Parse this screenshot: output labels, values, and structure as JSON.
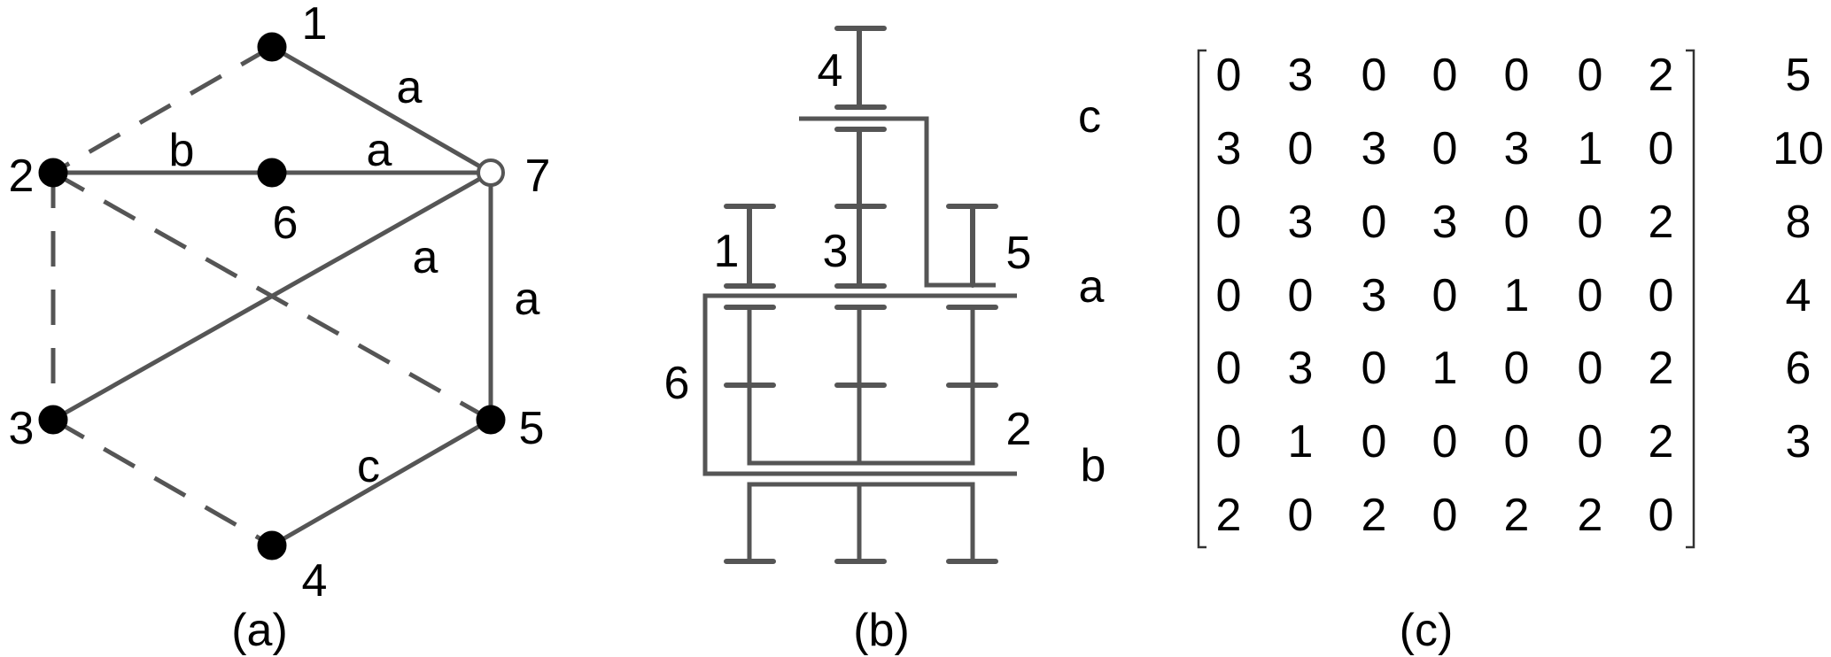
{
  "panel_a": {
    "caption": "(a)",
    "nodes": [
      {
        "id": "1",
        "label": "1",
        "fill": "#000000"
      },
      {
        "id": "2",
        "label": "2",
        "fill": "#000000"
      },
      {
        "id": "3",
        "label": "3",
        "fill": "#000000"
      },
      {
        "id": "4",
        "label": "4",
        "fill": "#000000"
      },
      {
        "id": "5",
        "label": "5",
        "fill": "#000000"
      },
      {
        "id": "6",
        "label": "6",
        "fill": "#000000"
      },
      {
        "id": "7",
        "label": "7",
        "fill": "#ffffff"
      }
    ],
    "edges": [
      {
        "from": "1",
        "to": "7",
        "style": "solid",
        "label": "a"
      },
      {
        "from": "2",
        "to": "6",
        "style": "solid",
        "label": "b"
      },
      {
        "from": "6",
        "to": "7",
        "style": "solid",
        "label": "a"
      },
      {
        "from": "7",
        "to": "3",
        "style": "solid",
        "label": "a"
      },
      {
        "from": "7",
        "to": "5",
        "style": "solid",
        "label": "a"
      },
      {
        "from": "5",
        "to": "4",
        "style": "solid",
        "label": "c"
      },
      {
        "from": "1",
        "to": "2",
        "style": "dashed",
        "label": ""
      },
      {
        "from": "2",
        "to": "3",
        "style": "dashed",
        "label": ""
      },
      {
        "from": "2",
        "to": "5",
        "style": "dashed",
        "label": ""
      },
      {
        "from": "3",
        "to": "4",
        "style": "dashed",
        "label": ""
      }
    ]
  },
  "panel_b": {
    "caption": "(b)",
    "gear_labels": [
      "4",
      "1",
      "3",
      "5",
      "6",
      "2"
    ],
    "axis_labels": [
      "c",
      "a",
      "b"
    ]
  },
  "panel_c": {
    "caption": "(c)",
    "matrix": [
      [
        0,
        3,
        0,
        0,
        0,
        0,
        2
      ],
      [
        3,
        0,
        3,
        0,
        3,
        1,
        0
      ],
      [
        0,
        3,
        0,
        3,
        0,
        0,
        2
      ],
      [
        0,
        0,
        3,
        0,
        1,
        0,
        0
      ],
      [
        0,
        3,
        0,
        1,
        0,
        0,
        2
      ],
      [
        0,
        1,
        0,
        0,
        0,
        0,
        2
      ],
      [
        2,
        0,
        2,
        0,
        2,
        2,
        0
      ]
    ],
    "row_sums": [
      "5",
      "10",
      "8",
      "4",
      "6",
      "3"
    ]
  },
  "colors": {
    "line": "#555555"
  }
}
